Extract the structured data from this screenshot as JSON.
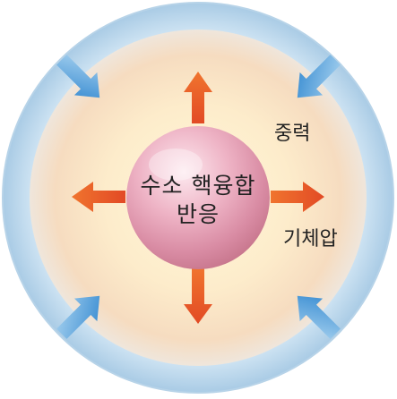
{
  "core": {
    "line1": "수소 핵융합",
    "line2": "반응"
  },
  "labels": {
    "gravity": "중력",
    "gas_pressure": "기체압"
  },
  "colors": {
    "outer_ring": "#bcd9ee",
    "glow_center": "#fffbe6",
    "glow_edge": "#f3dcc0",
    "core_sphere": "#e9a3b7",
    "outward_arrow": "#e8592a",
    "inward_arrow": "#3a8fd0"
  },
  "icons": {
    "outward_arrows": "outward-arrow-icon",
    "inward_arrows": "inward-arrow-icon"
  }
}
